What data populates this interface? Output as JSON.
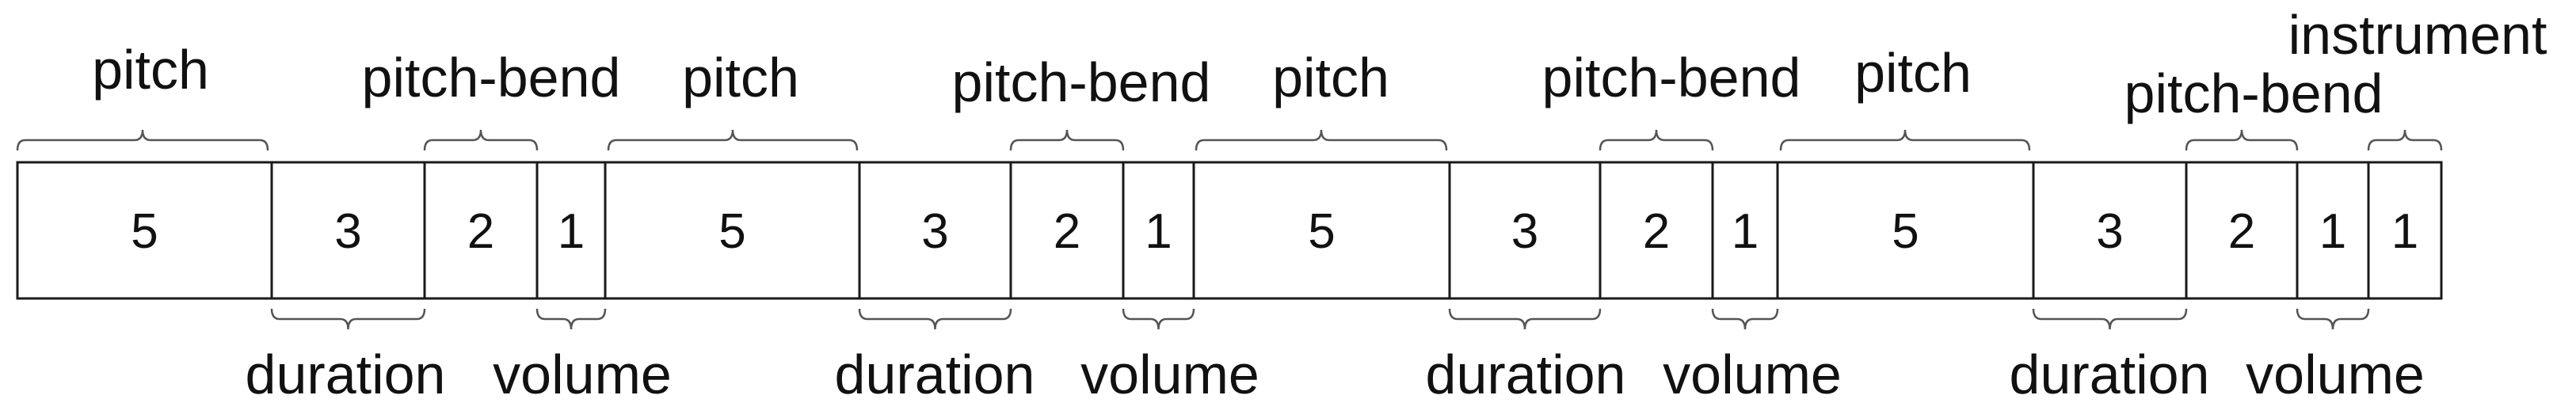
{
  "cells": [
    "5",
    "3",
    "2",
    "1",
    "5",
    "3",
    "2",
    "1",
    "5",
    "3",
    "2",
    "1",
    "5",
    "3",
    "2",
    "1",
    "1"
  ],
  "top_labels": [
    "pitch",
    "pitch-bend",
    "pitch",
    "pitch-bend",
    "pitch",
    "pitch-bend",
    "pitch",
    "pitch-bend",
    "instrument"
  ],
  "bottom_labels": [
    "duration",
    "volume",
    "duration",
    "volume",
    "duration",
    "volume",
    "duration",
    "volume"
  ]
}
